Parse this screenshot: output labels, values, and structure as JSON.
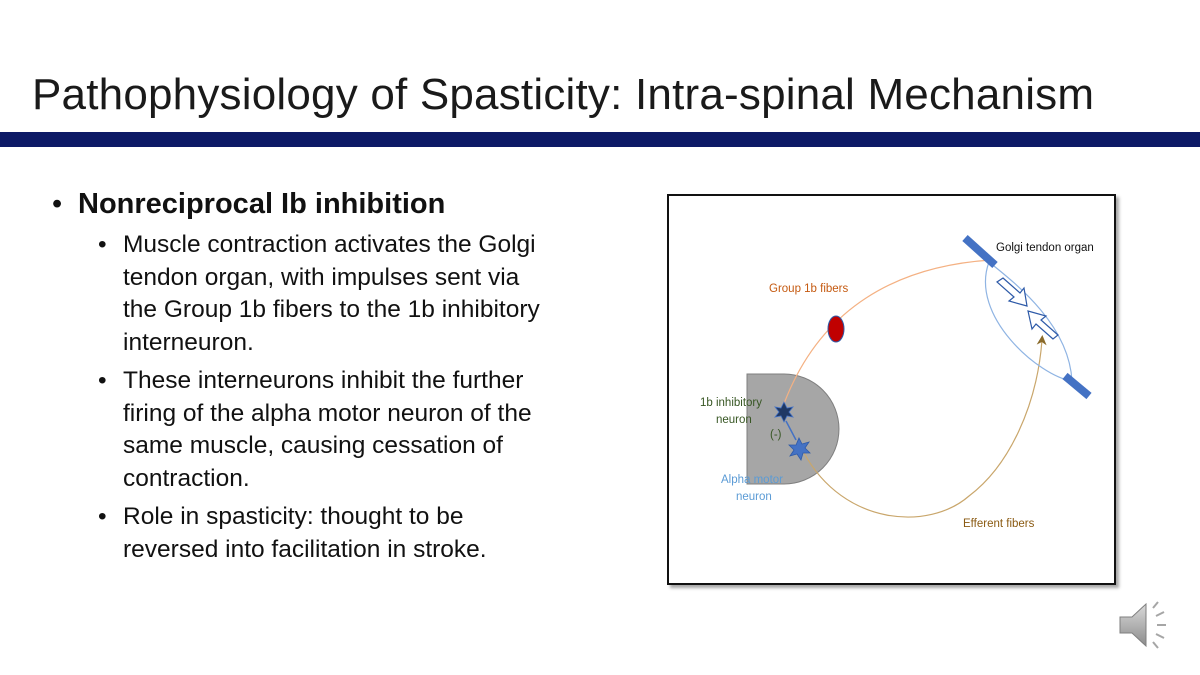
{
  "slide": {
    "title": "Pathophysiology of Spasticity: Intra-spinal Mechanism",
    "bullet_main": "Nonreciprocal Ib inhibition",
    "sub_bullets": [
      "Muscle contraction activates the Golgi tendon organ, with impulses sent via the Group 1b fibers to the 1b inhibitory interneuron.",
      "These interneurons inhibit the further firing of the alpha motor neuron of the same muscle, causing cessation of contraction.",
      "Role in spasticity: thought to be reversed into facilitation in stroke."
    ]
  },
  "figure": {
    "labels": {
      "golgi_tendon_organ": "Golgi tendon organ",
      "group_1b_fibers": "Group 1b fibers",
      "inhibitory_neuron_line1": "1b inhibitory",
      "inhibitory_neuron_line2": "neuron",
      "minus_sign": "(-)",
      "alpha_motor_line1": "Alpha motor",
      "alpha_motor_line2": "neuron",
      "efferent_fibers": "Efferent fibers"
    },
    "colors": {
      "title_bar": "#0d1a66",
      "group_1b_label": "#c55a11",
      "group_1b_fiber": "#f4b183",
      "efferent_fiber": "#c9a66b",
      "efferent_label": "#8a5a12",
      "inhibitory_label": "#375623",
      "alpha_motor_label": "#5b9bd5",
      "muscle_outline": "#8fb4e3",
      "tendon": "#4472c4",
      "ganglion": "#c00000",
      "spinal_cord": "#a6a6a6"
    }
  },
  "speaker": {
    "icon": "speaker-icon"
  }
}
